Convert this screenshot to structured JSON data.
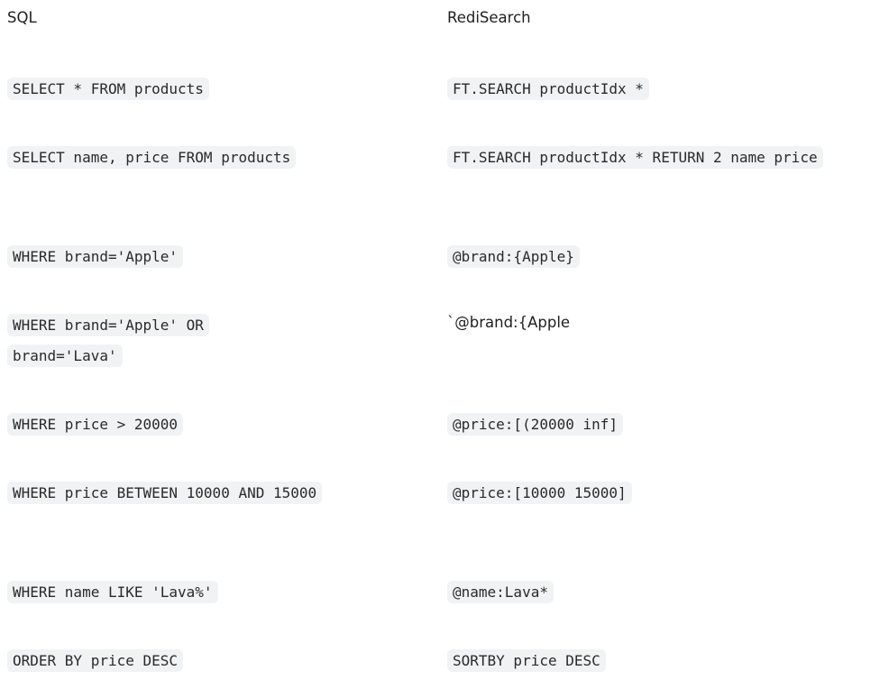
{
  "table": {
    "headers": {
      "sql": "SQL",
      "redisearch": "RediSearch"
    },
    "rows": [
      {
        "sql": "SELECT * FROM products",
        "redisearch": "FT.SEARCH productIdx *"
      },
      {
        "sql": "SELECT name, price FROM products",
        "redisearch": "FT.SEARCH productIdx * RETURN 2 name price"
      },
      {
        "sql": "WHERE brand='Apple'",
        "redisearch": "@brand:{Apple}"
      },
      {
        "sql": "WHERE brand='Apple' OR brand='Lava'",
        "redisearch": "`@brand:{Apple"
      },
      {
        "sql": "WHERE price > 20000",
        "redisearch": "@price:[(20000 inf]"
      },
      {
        "sql": "WHERE price BETWEEN 10000 AND 15000",
        "redisearch": "@price:[10000 15000]"
      },
      {
        "sql": "WHERE name LIKE 'Lava%'",
        "redisearch": "@name:Lava*"
      },
      {
        "sql": "ORDER BY price DESC",
        "redisearch": "SORTBY price DESC"
      }
    ]
  }
}
